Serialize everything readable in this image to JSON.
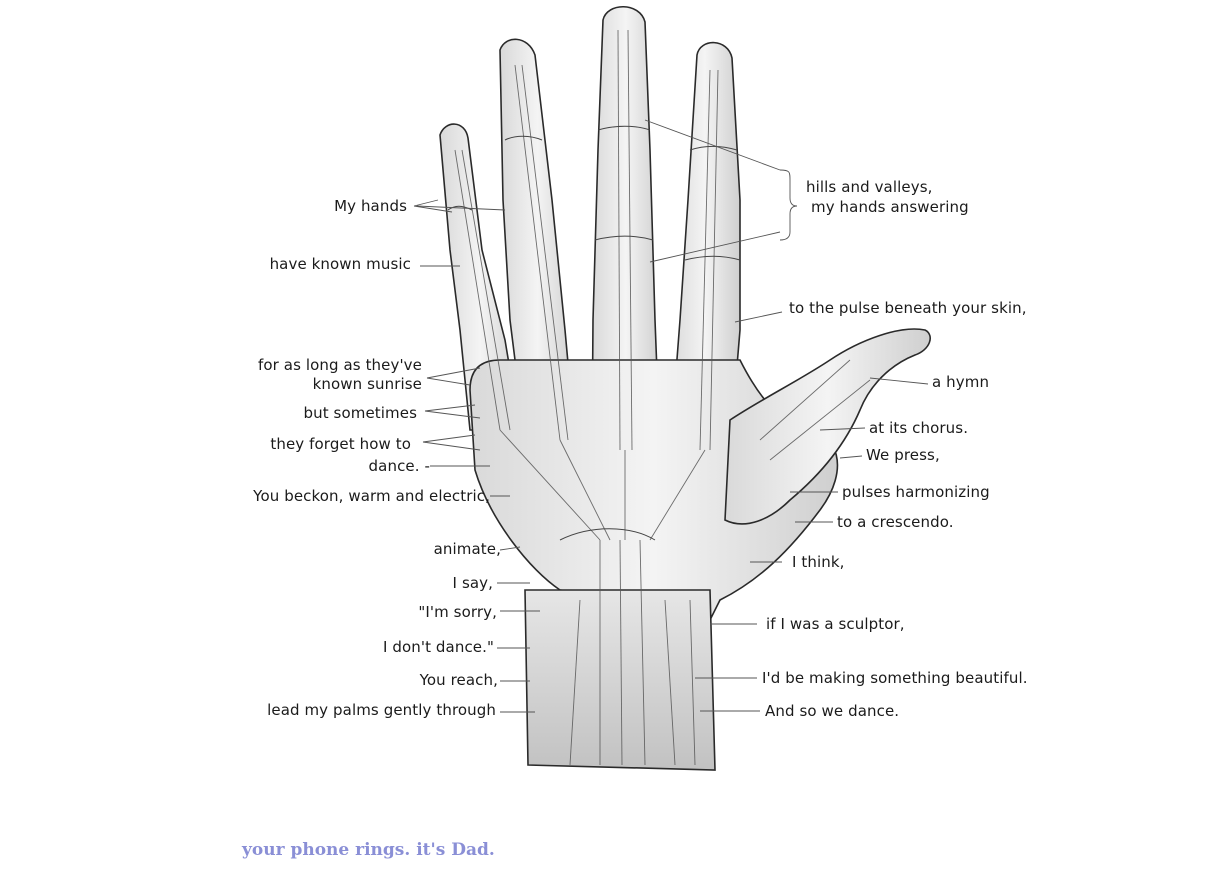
{
  "labels_left": [
    {
      "id": "my-hands",
      "text": "My hands"
    },
    {
      "id": "have-known-music",
      "text": "have known music"
    },
    {
      "id": "for-as-long",
      "text": "for as long as they've"
    },
    {
      "id": "known-sunrise",
      "text": "known sunrise"
    },
    {
      "id": "but-sometimes",
      "text": "but sometimes"
    },
    {
      "id": "they-forget",
      "text": "they forget how to"
    },
    {
      "id": "dance",
      "text": "dance. -"
    },
    {
      "id": "you-beckon",
      "text": "You beckon, warm and electric,"
    },
    {
      "id": "animate",
      "text": "animate,"
    },
    {
      "id": "i-say",
      "text": "I say,"
    },
    {
      "id": "im-sorry",
      "text": "\"I'm sorry,"
    },
    {
      "id": "i-dont-dance",
      "text": "I don't dance.\""
    },
    {
      "id": "you-reach",
      "text": "You reach,"
    },
    {
      "id": "lead-my-palms",
      "text": "lead my palms gently through"
    }
  ],
  "labels_right": [
    {
      "id": "hills-and-valleys",
      "text": "hills and valleys,"
    },
    {
      "id": "my-hands-answering",
      "text": "my hands answering"
    },
    {
      "id": "to-the-pulse",
      "text": "to the pulse beneath your skin,"
    },
    {
      "id": "a-hymn",
      "text": "a hymn"
    },
    {
      "id": "at-its-chorus",
      "text": "at its chorus."
    },
    {
      "id": "we-press",
      "text": "We press,"
    },
    {
      "id": "pulses-harmonizing",
      "text": "pulses harmonizing"
    },
    {
      "id": "to-a-crescendo",
      "text": "to a crescendo."
    },
    {
      "id": "i-think",
      "text": "I think,"
    },
    {
      "id": "if-i-was",
      "text": "if I was a sculptor,"
    },
    {
      "id": "id-be-making",
      "text": "I'd be making something beautiful."
    },
    {
      "id": "and-so-we-dance",
      "text": "And so we dance."
    }
  ],
  "footer": {
    "link_text": "your phone rings. it's Dad.",
    "link_color": "#8a8fd6"
  },
  "colors": {
    "ink": "#1b1b1b",
    "background": "#ffffff"
  }
}
